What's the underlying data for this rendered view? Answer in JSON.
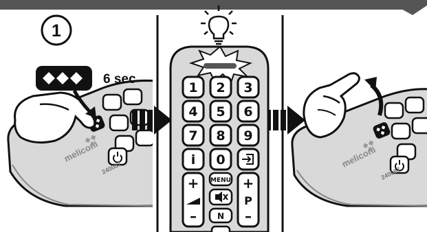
{
  "step_number": "1",
  "hold_duration": "6 sec",
  "brand_left": "meliconi",
  "model_left": "240087",
  "brand_right": "meliconi",
  "model_right": "240087",
  "keypad": [
    [
      "1",
      "2",
      "3"
    ],
    [
      "4",
      "5",
      "6"
    ],
    [
      "7",
      "8",
      "9"
    ],
    [
      "i",
      "0",
      "source-input"
    ]
  ],
  "vol_plus": "+",
  "vol_minus": "–",
  "prog_plus": "+",
  "prog_label": "P",
  "prog_minus": "–",
  "menu_label": "MENU",
  "n_label": "N",
  "colors": {
    "remote_body": "#d9d9d9",
    "outline": "#111111",
    "key_face": "#ffffff",
    "accent_dark": "#1a1a1a"
  },
  "icons": [
    "lightbulb-icon",
    "flash-burst-icon",
    "wave-key-icon",
    "arrow-right-icon",
    "curved-arrow-icon",
    "mute-icon",
    "power-icon",
    "source-input-icon",
    "volume-ramp-icon"
  ]
}
